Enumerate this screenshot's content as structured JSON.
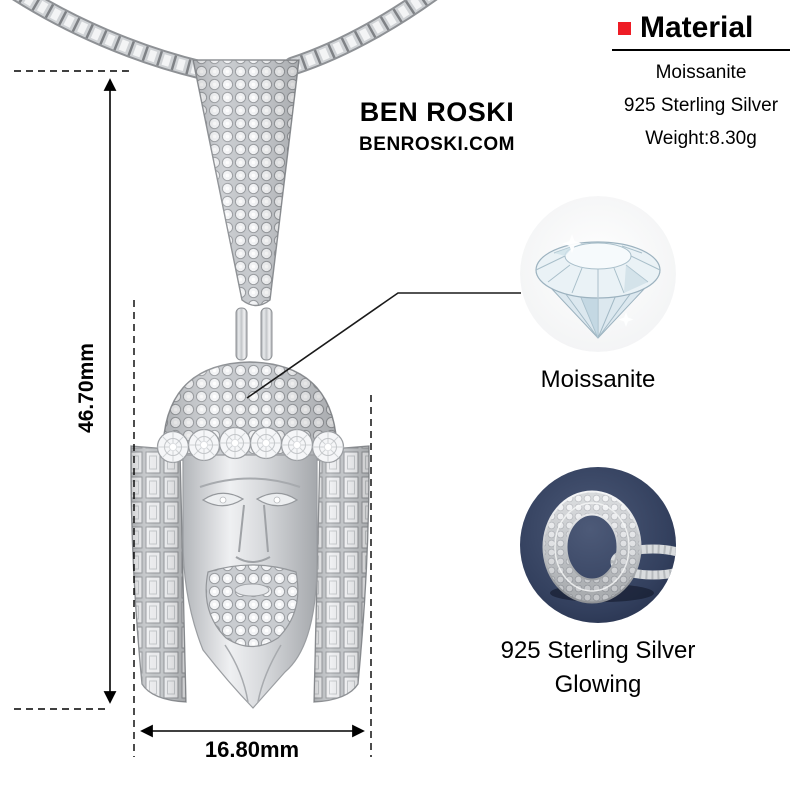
{
  "brand": {
    "name": "BEN ROSKI",
    "site": "BENROSKI.COM"
  },
  "material_panel": {
    "title": "Material",
    "line1": "Moissanite",
    "line2": "925 Sterling Silver",
    "line3": "Weight:8.30g"
  },
  "dimensions": {
    "height": "46.70mm",
    "width": "16.80mm"
  },
  "callout_stone": {
    "label": "Moissanite"
  },
  "callout_ring": {
    "line1": "925 Sterling Silver",
    "line2": "Glowing"
  },
  "icons": {
    "material_bullet": "red-square",
    "stone_inset": "diamond-gem-photo",
    "ring_inset": "silver-ring-photo",
    "dimension_arrows": "double-arrow-lines"
  },
  "colors": {
    "accent_red": "#ee1c25",
    "text": "#000000",
    "silver": "#c9ccd0",
    "navy_background": "#33405e"
  }
}
